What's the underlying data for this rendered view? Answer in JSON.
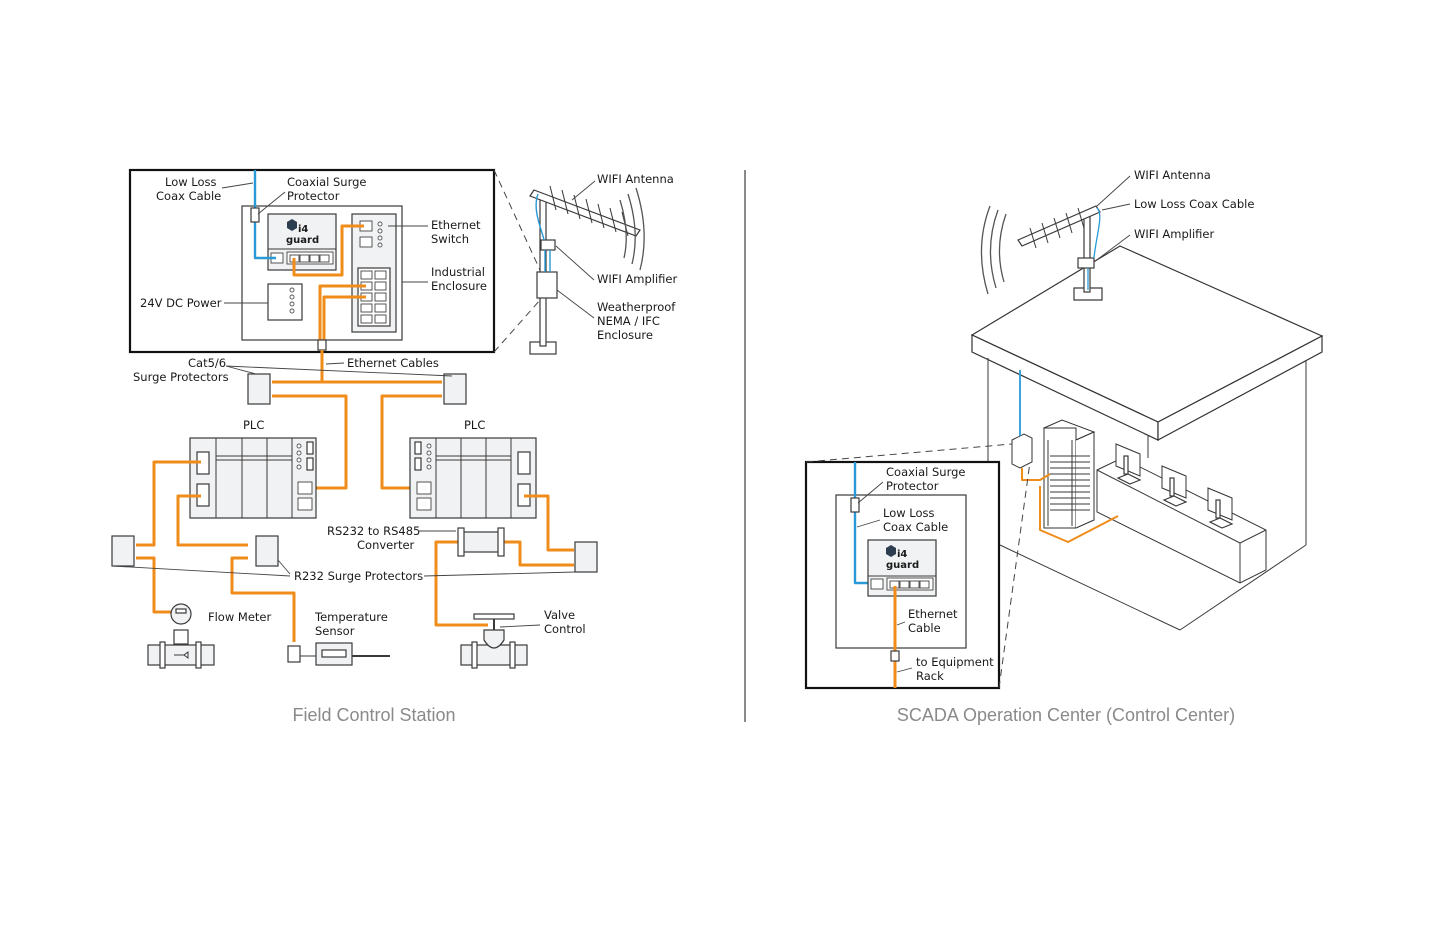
{
  "colors": {
    "ethernet_cable": "#f08c1a",
    "coax_cable": "#2a9ad6",
    "outline": "#3a3a3a",
    "caption": "#8a8a8a",
    "device_fill": "#f1f2f3"
  },
  "left_panel": {
    "caption": "Field Control Station",
    "labels": {
      "low_loss_coax_1": "Low Loss",
      "low_loss_coax_2": "Coax Cable",
      "coax_surge_1": "Coaxial Surge",
      "coax_surge_2": "Protector",
      "ethernet_switch_1": "Ethernet",
      "ethernet_switch_2": "Switch",
      "industrial_enclosure_1": "Industrial",
      "industrial_enclosure_2": "Enclosure",
      "dc_power": "24V DC Power",
      "wifi_antenna": "WIFI Antenna",
      "wifi_amplifier": "WIFI Amplifier",
      "weatherproof_1": "Weatherproof",
      "weatherproof_2": "NEMA / IFC",
      "weatherproof_3": "Enclosure",
      "cat56_1": "Cat5/6",
      "cat56_2": "Surge Protectors",
      "ethernet_cables": "Ethernet Cables",
      "plc_left": "PLC",
      "plc_right": "PLC",
      "converter_1": "RS232 to RS485",
      "converter_2": "Converter",
      "r232_surge": "R232 Surge Protectors",
      "flow_meter": "Flow Meter",
      "temp_sensor_1": "Temperature",
      "temp_sensor_2": "Sensor",
      "valve_1": "Valve",
      "valve_2": "Control"
    },
    "logo": {
      "line1": "i4",
      "line2": "guard"
    }
  },
  "right_panel": {
    "caption": "SCADA Operation Center (Control Center)",
    "labels": {
      "wifi_antenna": "WIFI Antenna",
      "low_loss_coax": "Low Loss Coax Cable",
      "wifi_amplifier": "WIFI Amplifier",
      "coax_surge_1": "Coaxial Surge",
      "coax_surge_2": "Protector",
      "low_loss_coax_1": "Low Loss",
      "low_loss_coax_2": "Coax Cable",
      "ethernet_cable_1": "Ethernet",
      "ethernet_cable_2": "Cable",
      "equipment_rack_1": "to Equipment",
      "equipment_rack_2": "Rack"
    },
    "logo": {
      "line1": "i4",
      "line2": "guard"
    }
  }
}
